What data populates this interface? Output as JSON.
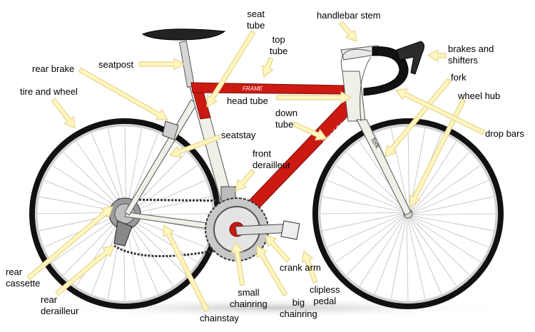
{
  "labels": {
    "seat_tube": "seat\ntube",
    "handlebar_stem": "handlebar stem",
    "top_tube": "top\ntube",
    "brakes_and_shifters": "brakes and\nshifters",
    "rear_brake": "rear brake",
    "seatpost": "seatpost",
    "fork": "fork",
    "tire_and_wheel": "tire and wheel",
    "wheel_hub": "wheel hub",
    "head_tube": "head tube",
    "down_tube": "down\ntube",
    "drop_bars": "drop bars",
    "seatstay": "seatstay",
    "front_derailleur": "front\nderailleur",
    "rear_cassette": "rear\ncassette",
    "rear_derailleur": "rear\nderailleur",
    "crank_arm": "crank arm",
    "small_chainring": "small\nchainring",
    "big_chainring": "big\nchainring",
    "clipless_pedal": "clipless\npedal",
    "chainstay": "chainstay"
  },
  "frame_text": "FRAME",
  "downtube_text": "Road Bike",
  "fork_text": "fork",
  "colors": {
    "frame": "#cc1a12",
    "frame_light": "#f0efe8",
    "tire": "#111111",
    "arrow": "#fff6c0",
    "arrow_stroke": "#e8d48a",
    "metal": "#cfcfcf"
  }
}
